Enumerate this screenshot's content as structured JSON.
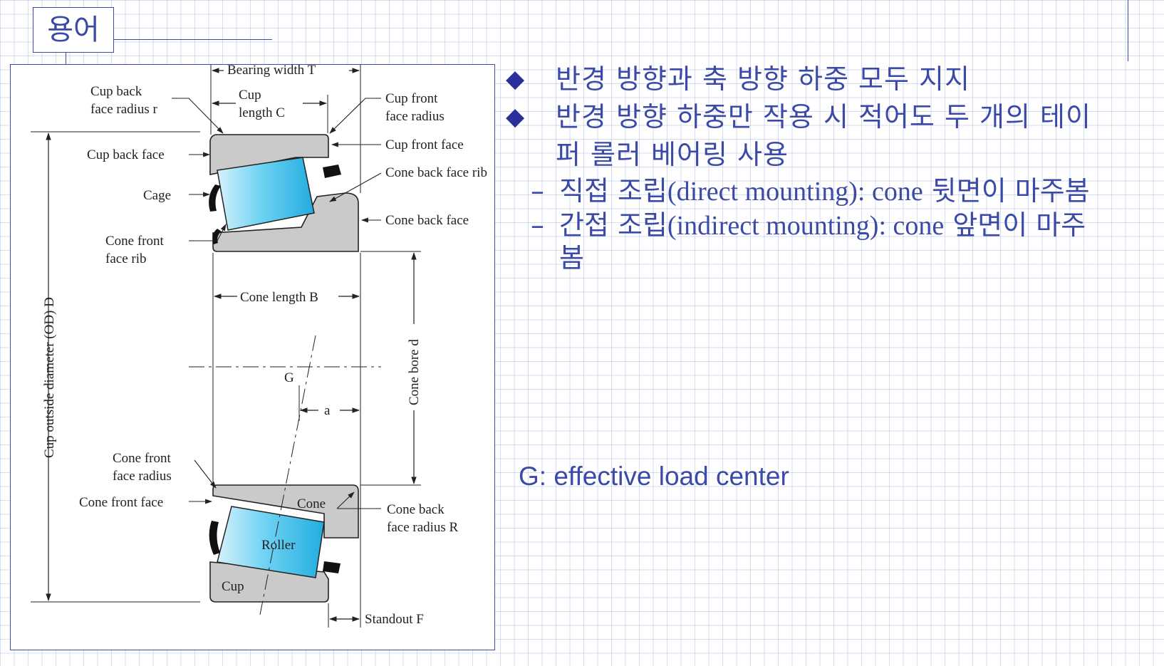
{
  "slide": {
    "title": "용어",
    "bullets": [
      {
        "text": "반경 방향과 축 방향 하중 모두 지지"
      },
      {
        "line1": "반경 방향 하중만 작용 시 적어도 두 개의 테이",
        "line2": "퍼 롤러 베어링 사용"
      }
    ],
    "sub_bullets": [
      {
        "dash": "–",
        "prefix": "직접 조립",
        "serif": "(direct mounting): cone",
        "suffix": " 뒷면이 마주봄"
      },
      {
        "dash": "–",
        "prefix": "간접 조립",
        "serif": "(indirect mounting): cone",
        "suffix": " 앞면이 마주",
        "line2": "봄"
      }
    ],
    "g_label": "G: effective load center"
  },
  "figure": {
    "labels": {
      "bearing_width": "Bearing width T",
      "cup_back_radius_1": "Cup back",
      "cup_back_radius_2": "face radius r",
      "cup_length_1": "Cup",
      "cup_length_2": "length C",
      "cup_front_radius_1": "Cup front",
      "cup_front_radius_2": "face radius",
      "cup_back_face": "Cup back face",
      "cup_front_face": "Cup front face",
      "cone_back_face_rib": "Cone back face rib",
      "cage": "Cage",
      "cone_back_face": "Cone back face",
      "cone_front_rib_1": "Cone front",
      "cone_front_rib_2": "face rib",
      "cone_length": "Cone length B",
      "g": "G",
      "a": "a",
      "cone_bore": "Cone bore d",
      "cup_od": "Cup outside diameter (OD) D",
      "cone_front_radius_1": "Cone front",
      "cone_front_radius_2": "face radius",
      "cone_front_face": "Cone front face",
      "cone": "Cone",
      "cone_back_radius_1": "Cone back",
      "cone_back_radius_2": "face radius R",
      "roller": "Roller",
      "cup": "Cup",
      "standout": "Standout F"
    }
  }
}
